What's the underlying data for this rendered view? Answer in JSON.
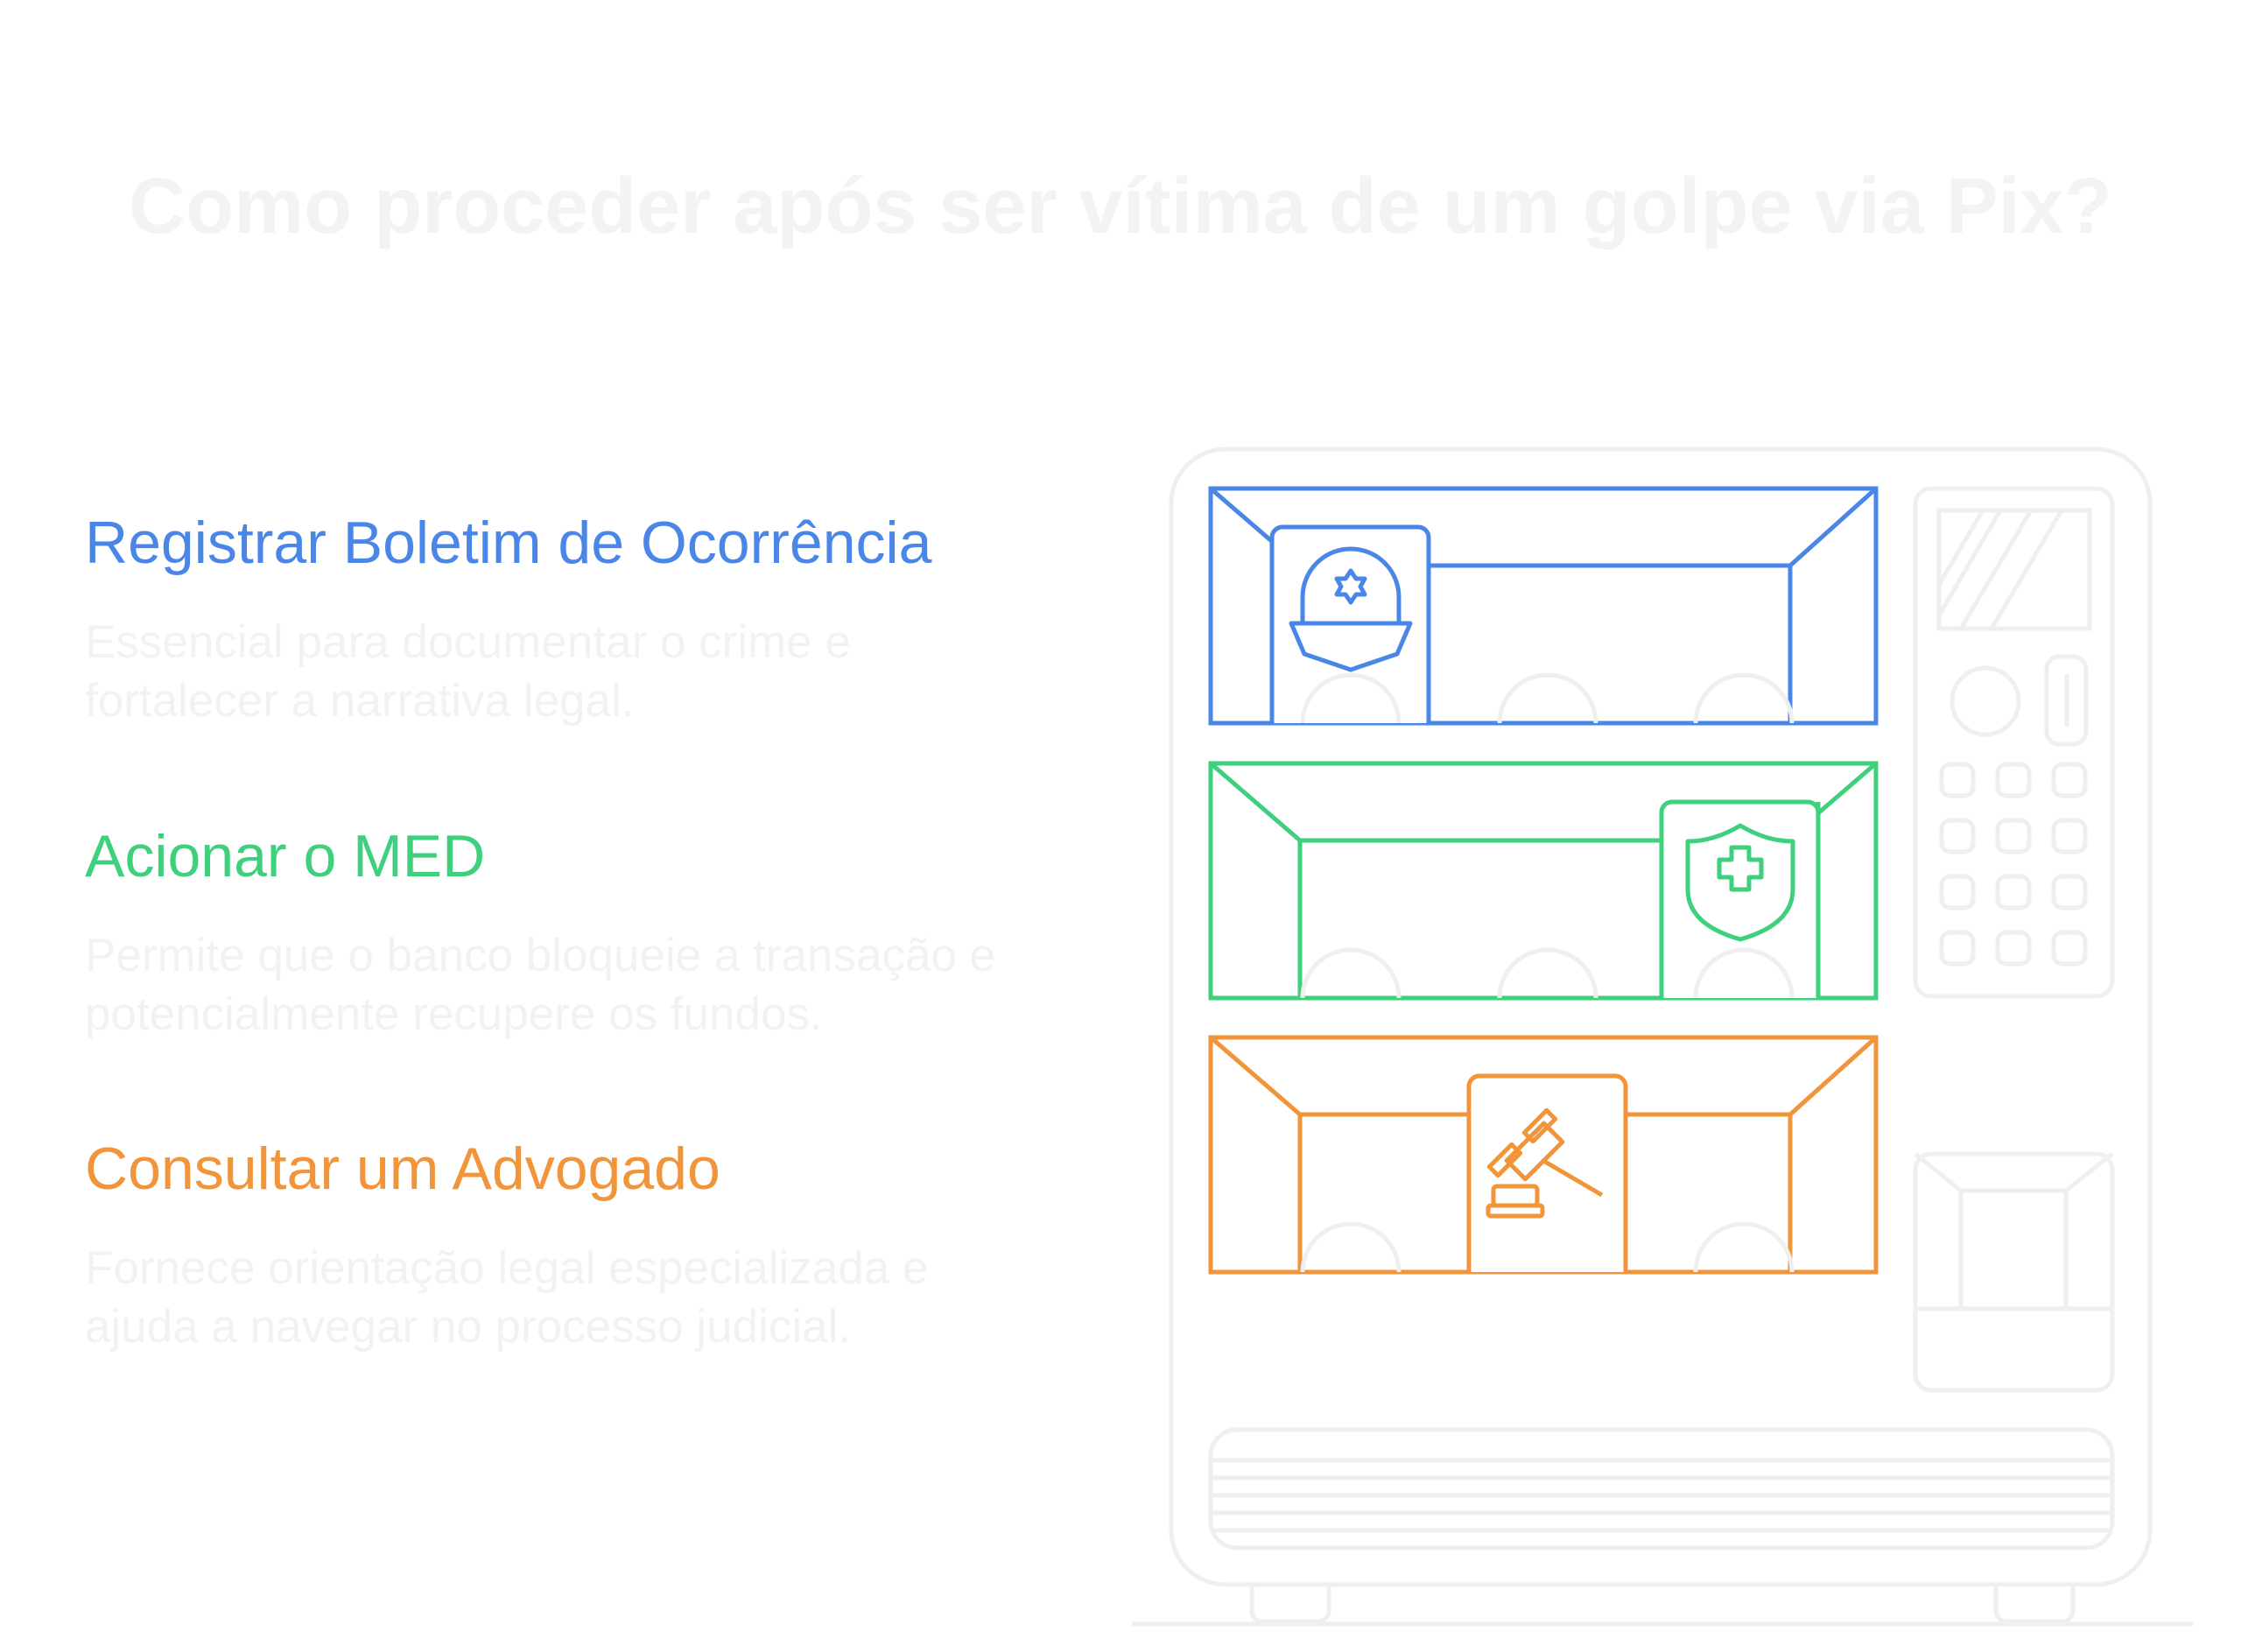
{
  "title": "Como proceder após ser vítima de um golpe via Pix?",
  "steps": [
    {
      "title": "Registrar Boletim de Ocorrência",
      "description": "Essencial para documentar o crime e fortalecer a narrativa legal.",
      "color": "#4a86e8",
      "icon": "police-cap-icon"
    },
    {
      "title": "Acionar o MED",
      "description": "Permite que o banco bloqueie a transação e potencialmente recupere os fundos.",
      "color": "#3ed07c",
      "icon": "shield-cross-icon"
    },
    {
      "title": "Consultar um Advogado",
      "description": "Fornece orientação legal especializada e ajuda a navegar no processo judicial.",
      "color": "#f2943a",
      "icon": "gavel-icon"
    }
  ],
  "machine_color": "#f0f0f0"
}
